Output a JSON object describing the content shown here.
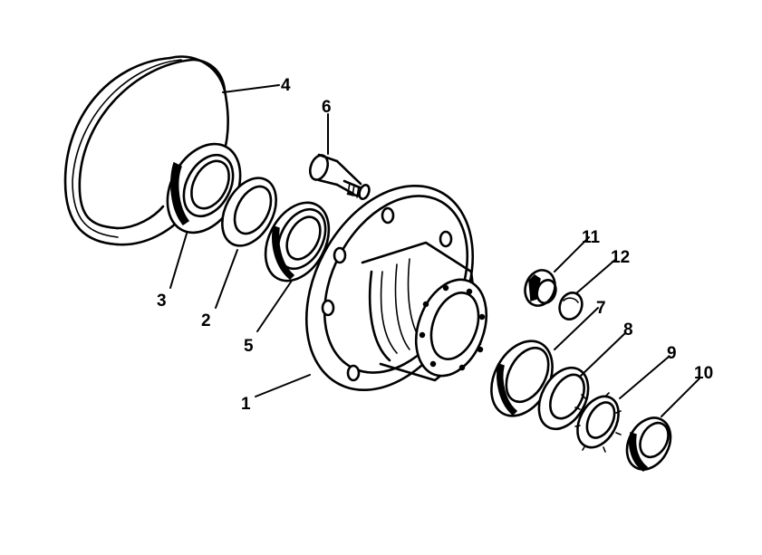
{
  "callouts": {
    "hub": "1",
    "spacer": "2",
    "oil_seal": "3",
    "drum_ring": "4",
    "inner_bearing": "5",
    "wheel_stud": "6",
    "outer_bearing": "7",
    "thrust_washer": "8",
    "lock_washer": "9",
    "hub_nut": "10",
    "drive_flange_nut": "11",
    "dust_cap": "12"
  },
  "colors": {
    "ink": "#000000",
    "paper": "#ffffff"
  }
}
